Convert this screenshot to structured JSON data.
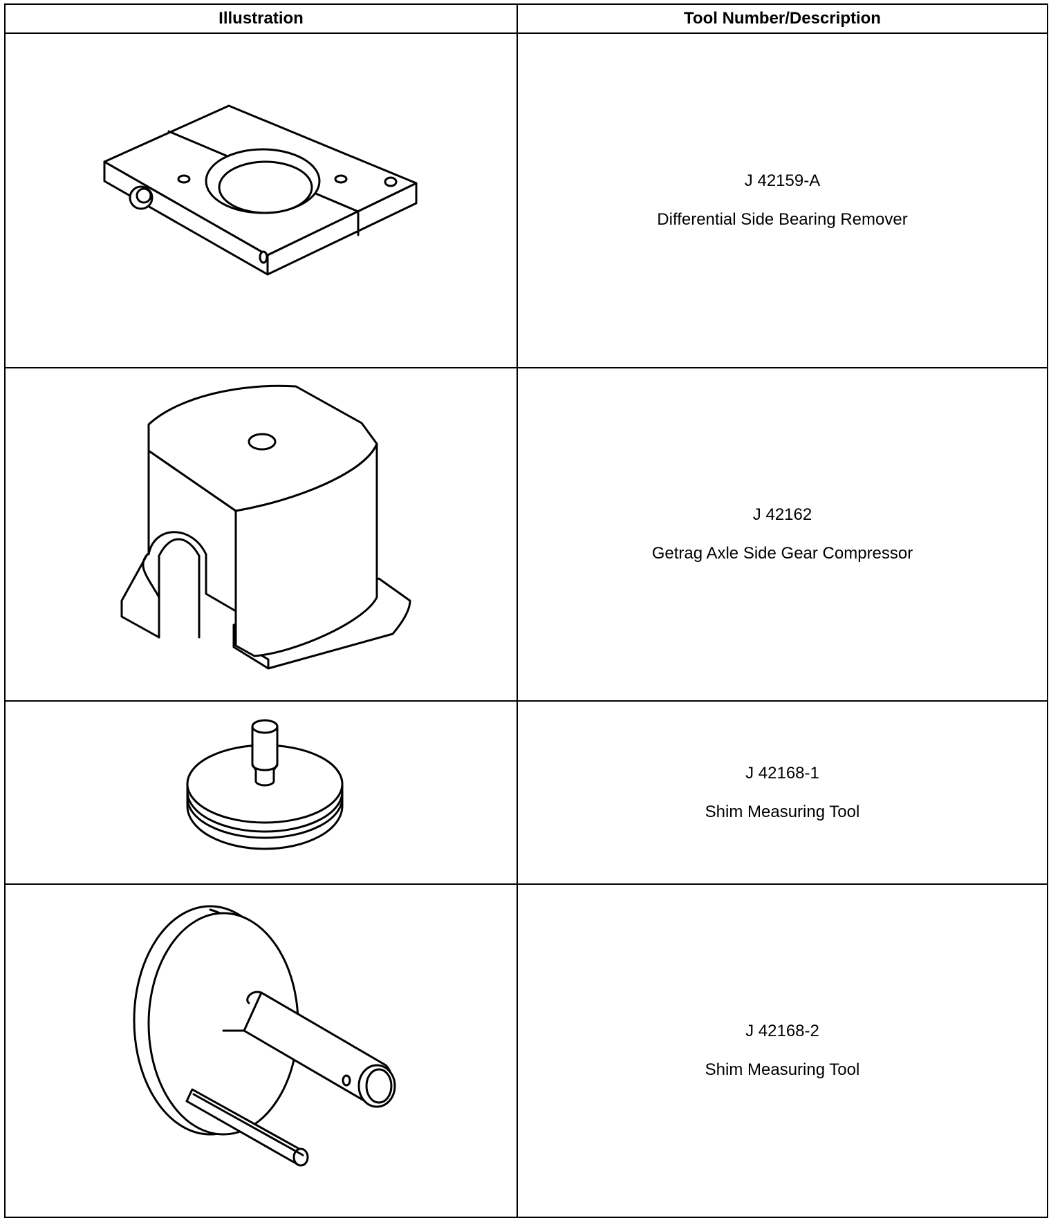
{
  "table": {
    "headers": {
      "illustration": "Illustration",
      "tool": "Tool Number/Description"
    },
    "rows": [
      {
        "number": "J 42159-A",
        "description": "Differential Side Bearing Remover",
        "icon": "bearing-remover-illustration"
      },
      {
        "number": "J 42162",
        "description": "Getrag Axle Side Gear Compressor",
        "icon": "gear-compressor-illustration"
      },
      {
        "number": "J 42168-1",
        "description": "Shim Measuring Tool",
        "icon": "shim-tool-disc-illustration"
      },
      {
        "number": "J 42168-2",
        "description": "Shim Measuring Tool",
        "icon": "shim-tool-arbor-illustration"
      }
    ]
  }
}
